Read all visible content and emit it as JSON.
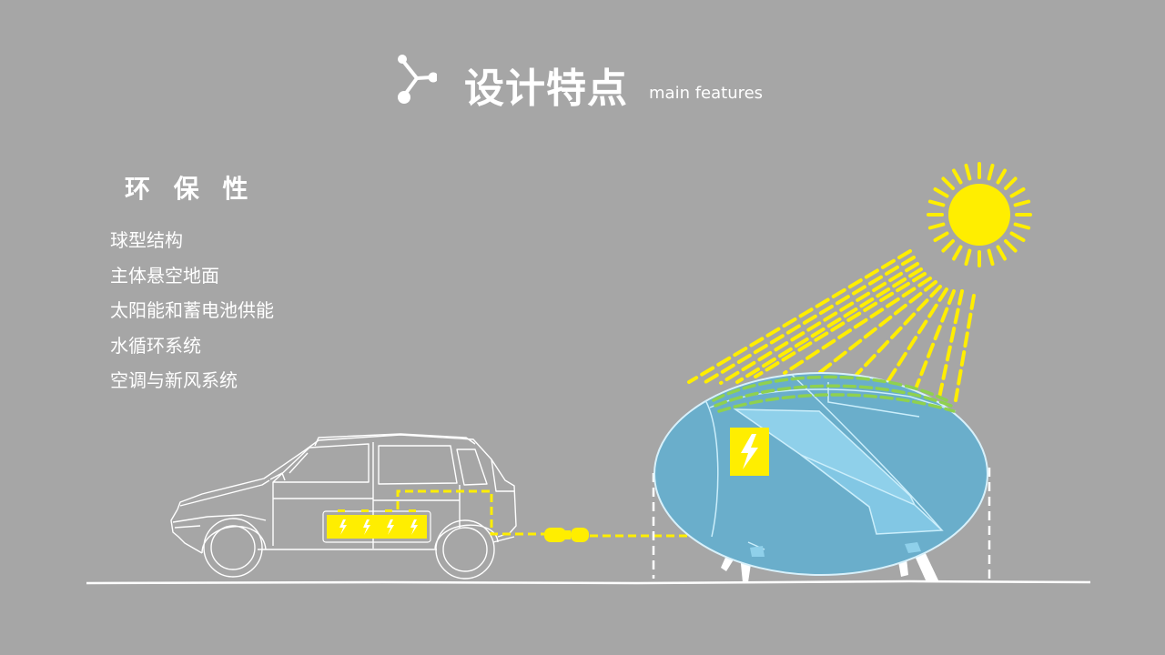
{
  "header": {
    "title": "设计特点",
    "subtitle": "main features",
    "icon": "molecule-icon"
  },
  "section": {
    "title": "环 保 性"
  },
  "features": [
    "球型结构",
    "主体悬空地面",
    "太阳能和蓄电池供能",
    "水循环系统",
    "空调与新风系统"
  ],
  "illustration": {
    "elements": [
      "car-outline",
      "car-battery-icon",
      "charging-plug-icon",
      "pod-capsule",
      "lightning-icon",
      "sun-icon",
      "sun-rays",
      "solar-panel"
    ],
    "colors": {
      "background": "#a6a6a6",
      "energy": "#ffee00",
      "pod": "#6aaecb",
      "pod_glass": "#8fd0ea",
      "solar": "#8fd14f",
      "lines": "#ffffff"
    }
  }
}
